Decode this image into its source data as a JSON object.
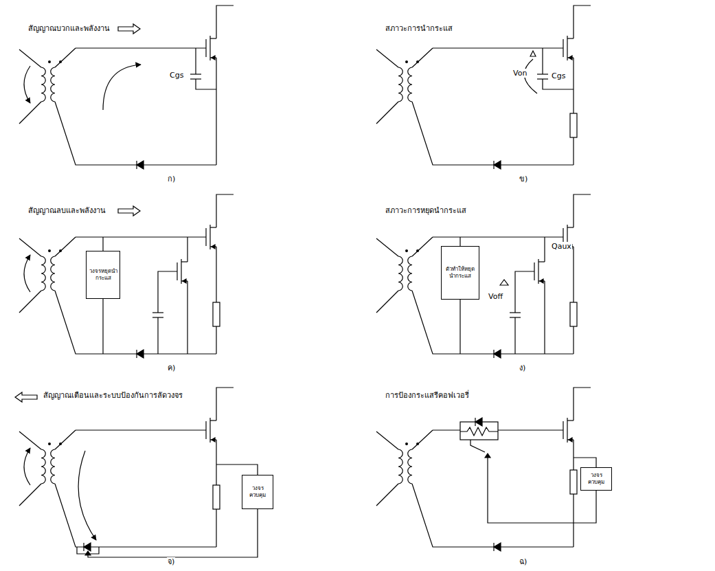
{
  "diagram": {
    "nodes": [
      {
        "text": [
          "วงจรหยุดนำกระแส"
        ]
      },
      {
        "text": [
          "ตัวทำให้หยุดนำกระแส"
        ]
      },
      {
        "text": [
          "วงจรควบคุม"
        ]
      },
      {
        "text": [
          "วงจรควบคุม"
        ]
      }
    ],
    "labels": [
      "สัญญาณบวกและพลังงาน",
      "Cgs",
      "ก)",
      "สภาวะการนำกระแส",
      "Von",
      "Cgs",
      "ข)",
      "สัญญาณลบและพลังงาน",
      "ค)",
      "สภาวะการหยุดนำกระแส",
      "Qaux",
      "Voff",
      "ง)",
      "สัญญาณเตือนและระบบป้องกันการลัดวงจร",
      "จ)",
      "การป้องกระแสรีคอฟเวอรี่",
      "ฉ)"
    ]
  }
}
